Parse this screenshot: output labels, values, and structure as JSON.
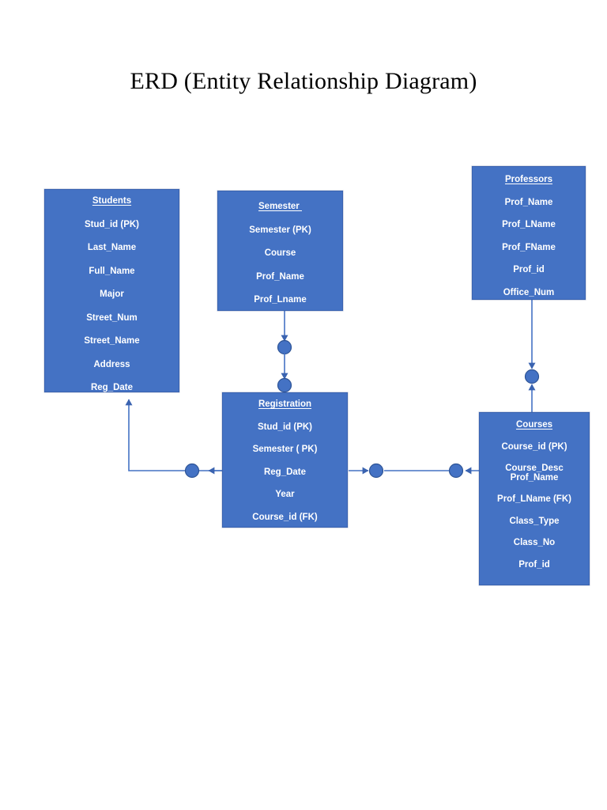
{
  "page": {
    "title": "ERD (Entity Relationship Diagram)",
    "background_color": "#FFFFFF",
    "entity_fill_color": "#4472C4",
    "entity_border_color": "#3A63B0",
    "connector_color": "#4472C4",
    "text_color": "#FFFFFF"
  },
  "entities": [
    {
      "key": "students",
      "title": "Students",
      "attributes": [
        "Stud_id (PK)",
        "Last_Name",
        "Full_Name",
        "Major",
        "Street_Num",
        "Street_Name",
        "Address",
        "Reg_Date"
      ]
    },
    {
      "key": "semester",
      "title": "Semester ",
      "attributes": [
        "Semester (PK)",
        "Course",
        "Prof_Name",
        "Prof_Lname"
      ]
    },
    {
      "key": "professors",
      "title": "Professors",
      "attributes": [
        "Prof_Name",
        "Prof_LName",
        "Prof_FName",
        "Prof_id",
        "Office_Num"
      ]
    },
    {
      "key": "registration",
      "title": "Registration",
      "attributes": [
        "Stud_id (PK)",
        "Semester ( PK)",
        "Reg_Date",
        "Year",
        "Course_id (FK)"
      ]
    },
    {
      "key": "courses",
      "title": "Courses",
      "attributes": [
        "Course_id (PK)",
        "Course_Desc",
        "Prof_Name",
        "Prof_LName (FK)",
        "Class_Type",
        "Class_No",
        "Prof_id"
      ]
    }
  ],
  "relationships": [
    {
      "key": "semester-registration",
      "from": "semester",
      "to": "registration"
    },
    {
      "key": "professors-courses",
      "from": "professors",
      "to": "courses"
    },
    {
      "key": "registration-students",
      "from": "registration",
      "to": "students"
    },
    {
      "key": "registration-courses",
      "from": "registration",
      "to": "courses"
    }
  ]
}
